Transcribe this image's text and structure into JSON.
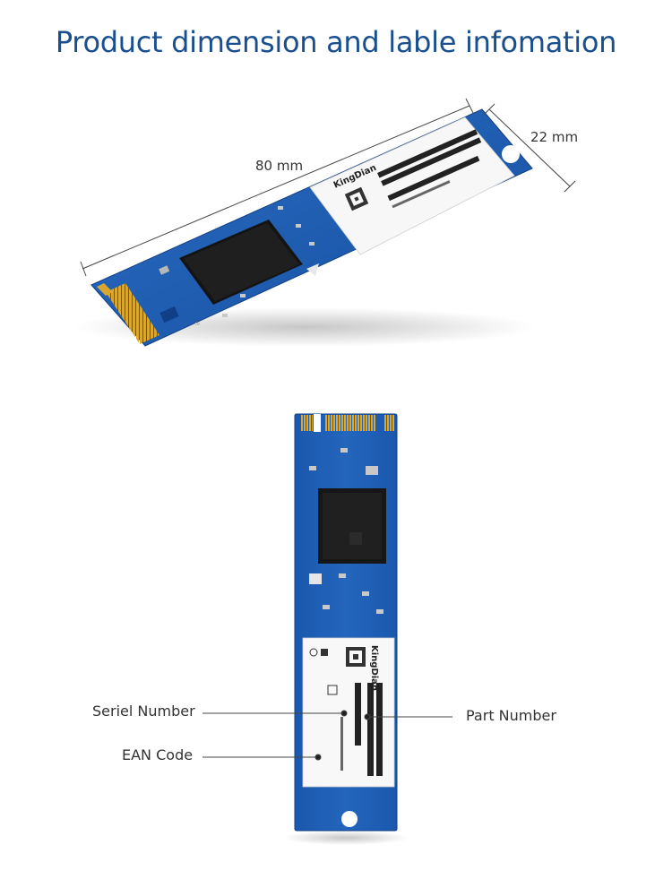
{
  "title": "Product dimension and lable infomation",
  "dimensions": {
    "length": "80 mm",
    "width": "22 mm"
  },
  "callouts": {
    "serial_number": "Seriel Number",
    "ean_code": "EAN Code",
    "part_number": "Part Number"
  },
  "label": {
    "brand": "KingDian"
  },
  "colors": {
    "title": "#1a4f8f",
    "pcb": "#1d5db5",
    "gold": "#d9a72f"
  }
}
